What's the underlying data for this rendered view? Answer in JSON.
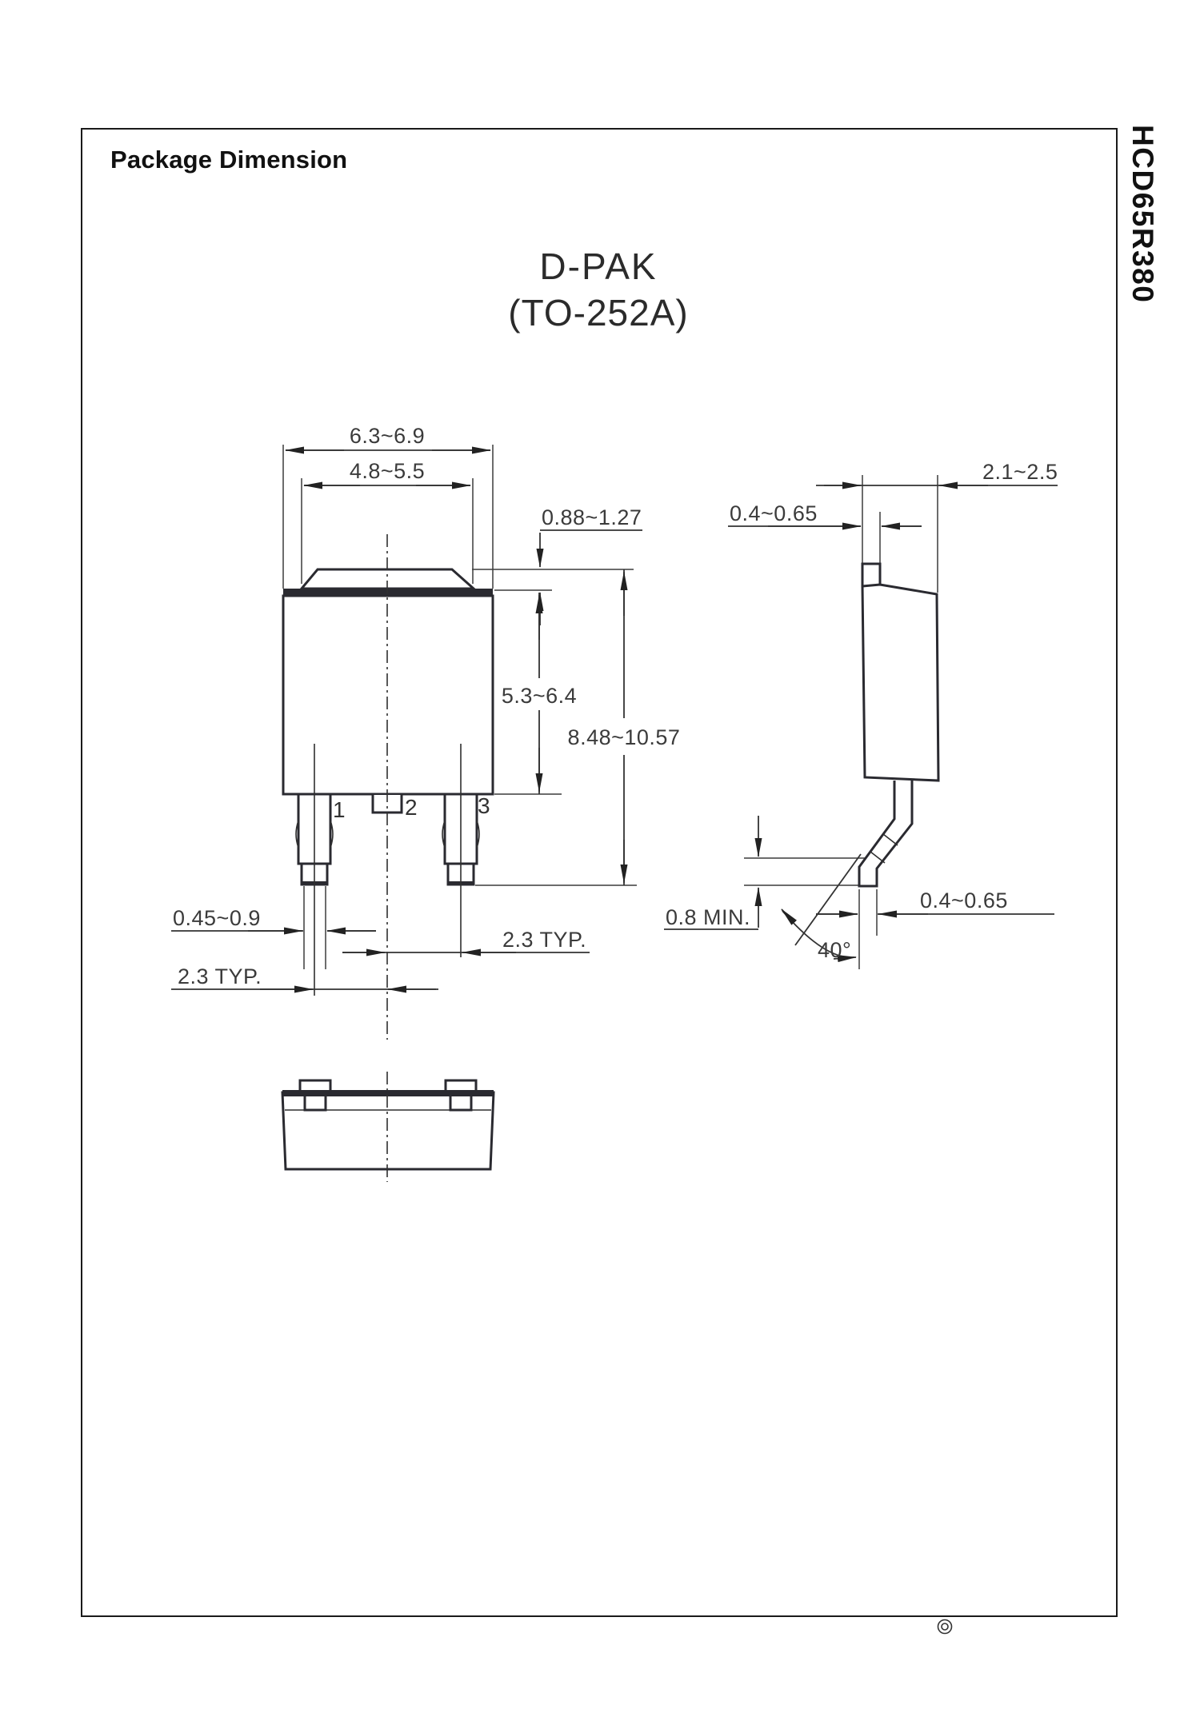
{
  "page": {
    "title": "Package Dimension",
    "side_label": "HCD65R380",
    "registered_symbol": "◎"
  },
  "heading": {
    "package_name": "D-PAK",
    "package_code": "(TO-252A)"
  },
  "front_view": {
    "pin_labels": [
      "1",
      "2",
      "3"
    ],
    "dims": {
      "body_width": "6.3~6.9",
      "tab_width": "4.8~5.5",
      "tab_exposed_height": "0.88~1.27",
      "body_height": "5.3~6.4",
      "overall_height": "8.48~10.57",
      "lead_width": "0.45~0.9",
      "pitch_left": "2.3 TYP.",
      "pitch_right": "2.3 TYP."
    }
  },
  "side_view": {
    "dims": {
      "body_thickness": "2.1~2.5",
      "tab_thickness": "0.4~0.65",
      "standoff_min": "0.8 MIN.",
      "lead_thickness": "0.4~0.65",
      "lead_bend_angle": "40°"
    }
  }
}
